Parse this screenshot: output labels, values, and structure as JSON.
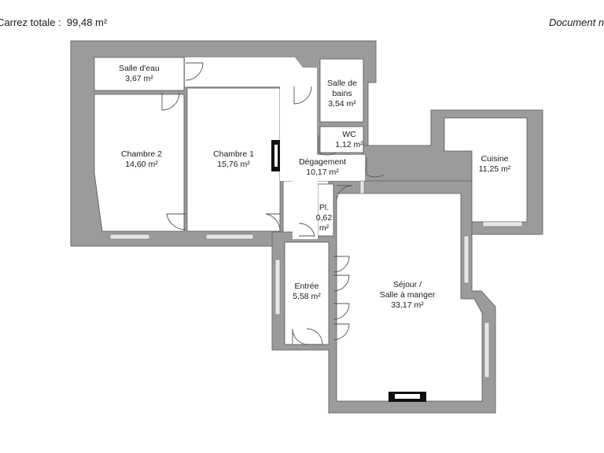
{
  "header": {
    "surface_label": "Carrez totale :",
    "surface_value": "99,48 m²",
    "document_note": "Document n"
  },
  "rooms": {
    "salle_eau": {
      "name": "Salle d'eau",
      "area": "3,67 m²"
    },
    "salle_bains": {
      "name_line1": "Salle de",
      "name_line2": "bains",
      "area": "3,54 m²"
    },
    "chambre2": {
      "name": "Chambre 2",
      "area": "14,60 m²"
    },
    "chambre1": {
      "name": "Chambre 1",
      "area": "15,76 m²"
    },
    "wc": {
      "name": "WC",
      "area": "1,12 m²"
    },
    "degagement": {
      "name": "Dégagement",
      "area": "10,17 m²"
    },
    "cuisine": {
      "name": "Cuisine",
      "area": "11,25 m²"
    },
    "placard": {
      "name": "Pl.",
      "area_line1": "0,62",
      "area_line2": "m²"
    },
    "entree": {
      "name": "Entrée",
      "area": "5,58 m²"
    },
    "sejour": {
      "name_line1": "Séjour /",
      "name_line2": "Salle à manger",
      "area": "33,17 m²"
    }
  },
  "colors": {
    "wall": "#9b9b9b",
    "wall_edge": "#6e6e6e",
    "floor": "#ffffff",
    "door_line": "#555555",
    "window": "#d9d9d9",
    "fireplace": "#111111"
  }
}
